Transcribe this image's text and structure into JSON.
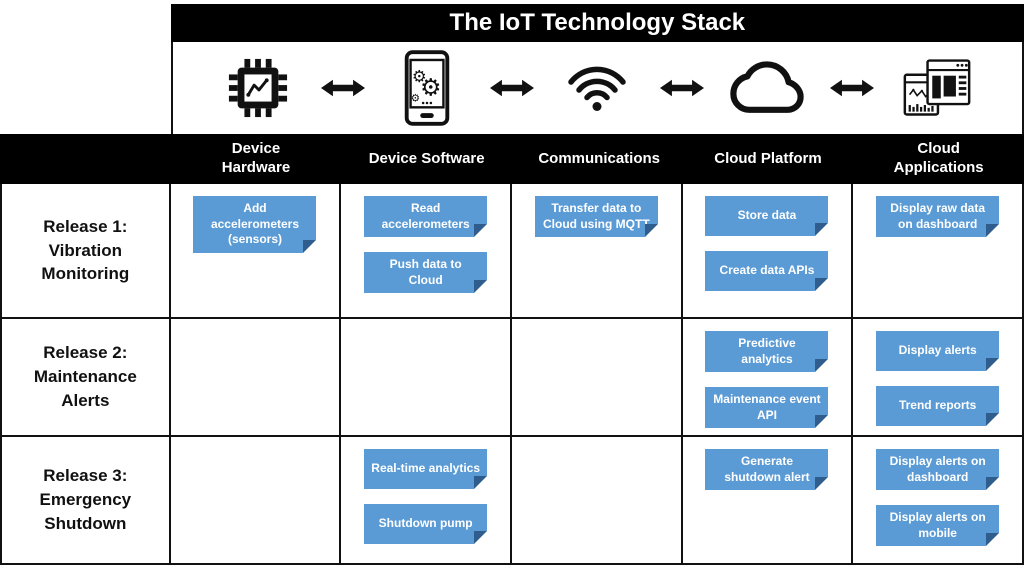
{
  "title": "The IoT Technology Stack",
  "columns": [
    "Device Hardware",
    "Device Software",
    "Communications",
    "Cloud Platform",
    "Cloud Applications"
  ],
  "icons": {
    "hardware": "microchip",
    "software": "smartphone-gears",
    "communications": "wifi",
    "platform": "cloud",
    "applications": "dashboard-windows",
    "connector": "left-right-arrow"
  },
  "rows": [
    {
      "label": "Release 1:\nVibration\nMonitoring",
      "cells": {
        "hardware": [
          "Add accelerometers (sensors)"
        ],
        "software": [
          "Read accelerometers",
          "Push data to Cloud"
        ],
        "communications": [
          "Transfer data to Cloud using MQTT"
        ],
        "platform": [
          "Store data",
          "Create data APIs"
        ],
        "applications": [
          "Display raw data on dashboard"
        ]
      }
    },
    {
      "label": "Release 2:\nMaintenance\nAlerts",
      "cells": {
        "hardware": [],
        "software": [],
        "communications": [],
        "platform": [
          "Predictive analytics",
          "Maintenance event API"
        ],
        "applications": [
          "Display alerts",
          "Trend reports"
        ]
      }
    },
    {
      "label": "Release 3:\nEmergency\nShutdown",
      "cells": {
        "hardware": [],
        "software": [
          "Real-time analytics",
          "Shutdown pump"
        ],
        "communications": [],
        "platform": [
          "Generate shutdown alert"
        ],
        "applications": [
          "Display alerts on dashboard",
          "Display alerts on mobile"
        ]
      }
    }
  ],
  "colors": {
    "note_fill": "#5B9BD5",
    "note_fold": "#2F5E8E",
    "band_bg": "#000000",
    "band_text": "#FFFFFF",
    "grid_line": "#111111"
  }
}
